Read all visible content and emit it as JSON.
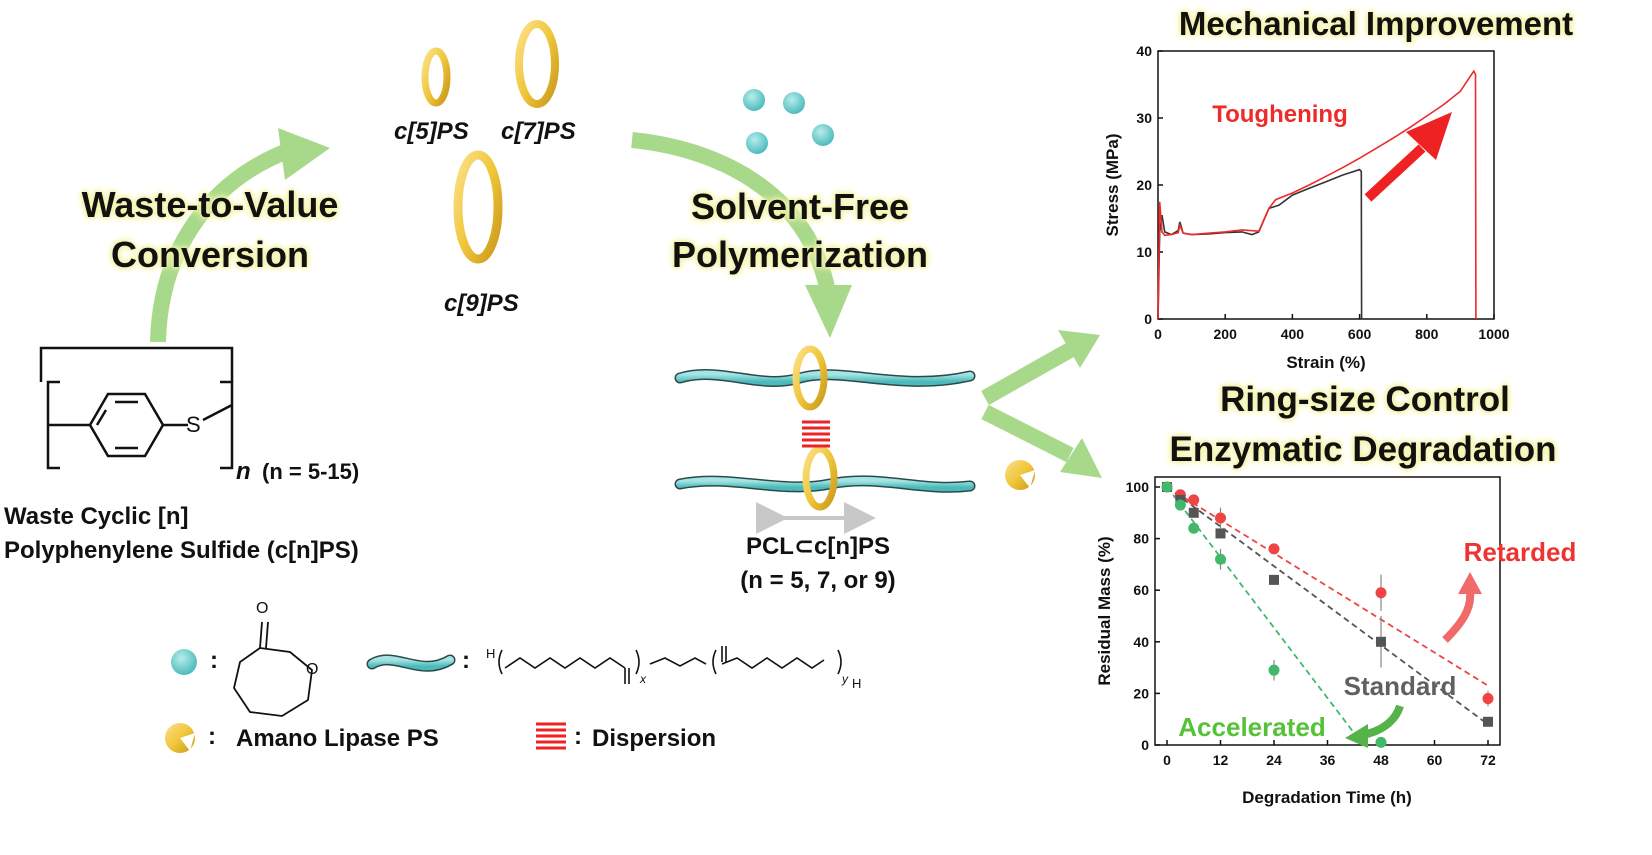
{
  "headings": {
    "mechanical": "Mechanical Improvement",
    "ring_size_line1": "Ring-size Control",
    "ring_size_line2": "Enzymatic Degradation",
    "waste_line1": "Waste-to-Value",
    "waste_line2": "Conversion",
    "solvent_line1": "Solvent-Free",
    "solvent_line2": "Polymerization"
  },
  "left": {
    "subscript_n": "n",
    "n_range": "(n = 5-15)",
    "waste_name_line1": "Waste Cyclic [n]",
    "waste_name_line2": "Polyphenylene Sulfide (c[n]PS)",
    "sulfur": "S"
  },
  "rings": {
    "c5": "c[5]PS",
    "c7": "c[7]PS",
    "c9": "c[9]PS"
  },
  "center": {
    "product_line1": "PCL⊂c[n]PS",
    "product_line2": "(n = 5, 7, or 9)"
  },
  "legend": {
    "amano": "Amano Lipase PS",
    "dispersion": "Dispersion",
    "colon": ":",
    "formula_h": "H",
    "formula_o": "O",
    "formula_x": "x",
    "formula_y": "y"
  },
  "colors": {
    "arrow_green": "#9fd37f",
    "ring_gold": "#f0c840",
    "chain_teal": "#6ccdcd",
    "red": "#ee2a2a",
    "black_series": "#444444",
    "green_series": "#43b86a"
  },
  "chart_data": [
    {
      "type": "line",
      "title": "Mechanical Improvement",
      "xlabel": "Strain (%)",
      "ylabel": "Stress (MPa)",
      "xlim": [
        0,
        1000
      ],
      "ylim": [
        0,
        40
      ],
      "xticks": [
        0,
        200,
        400,
        600,
        800,
        1000
      ],
      "yticks": [
        0,
        10,
        20,
        30,
        40
      ],
      "annotation": "Toughening",
      "series": [
        {
          "color": "#333333",
          "x": [
            0,
            5,
            12,
            20,
            40,
            60,
            65,
            75,
            100,
            150,
            200,
            250,
            280,
            300,
            330,
            360,
            400,
            450,
            500,
            550,
            600,
            605,
            606
          ],
          "y": [
            0,
            13,
            15.5,
            13,
            12.6,
            13.2,
            14.5,
            12.8,
            12.6,
            12.7,
            12.9,
            13,
            12.6,
            13,
            16.5,
            17,
            18.5,
            19.5,
            20.5,
            21.5,
            22.3,
            22,
            0
          ]
        },
        {
          "color": "#ee2a2a",
          "x": [
            0,
            5,
            12,
            20,
            40,
            60,
            65,
            75,
            100,
            150,
            200,
            250,
            300,
            330,
            350,
            400,
            450,
            500,
            550,
            600,
            650,
            700,
            750,
            800,
            850,
            900,
            940,
            945,
            946
          ],
          "y": [
            0,
            17.5,
            13,
            12.5,
            12.6,
            12.9,
            14,
            12.8,
            12.6,
            12.8,
            13,
            13.3,
            13.1,
            16.5,
            17.8,
            18.8,
            20,
            21.3,
            22.6,
            24,
            25.5,
            27,
            28.6,
            30.3,
            32,
            34,
            37,
            36.5,
            0
          ]
        }
      ]
    },
    {
      "type": "scatter",
      "xlabel": "Degradation Time (h)",
      "ylabel": "Residual Mass (%)",
      "xlim": [
        0,
        72
      ],
      "ylim": [
        0,
        100
      ],
      "xticks": [
        0,
        12,
        24,
        36,
        48,
        60,
        72
      ],
      "yticks": [
        0,
        20,
        40,
        60,
        80,
        100
      ],
      "annotations": [
        "Retarded",
        "Standard",
        "Accelerated"
      ],
      "series": [
        {
          "color": "#ee4444",
          "marker": "circle",
          "x": [
            0,
            3,
            6,
            12,
            24,
            48,
            72
          ],
          "y": [
            100,
            97,
            95,
            88,
            76,
            59,
            18
          ],
          "err": [
            1,
            1,
            1,
            4,
            2,
            7,
            3
          ],
          "fit": [
            [
              0,
              100
            ],
            [
              72,
              23
            ]
          ]
        },
        {
          "color": "#555555",
          "marker": "square",
          "x": [
            0,
            3,
            6,
            12,
            24,
            48,
            72
          ],
          "y": [
            100,
            95,
            90,
            82,
            64,
            40,
            9
          ],
          "err": [
            1,
            1,
            1,
            2,
            1,
            10,
            1
          ],
          "fit": [
            [
              0,
              100
            ],
            [
              72,
              8
            ]
          ]
        },
        {
          "color": "#43b86a",
          "marker": "circle",
          "x": [
            0,
            3,
            6,
            12,
            24,
            48
          ],
          "y": [
            100,
            93,
            84,
            72,
            29,
            1
          ],
          "err": [
            1,
            1,
            2,
            4,
            4,
            1
          ],
          "fit": [
            [
              0,
              100
            ],
            [
              44,
              0
            ]
          ]
        }
      ]
    }
  ]
}
